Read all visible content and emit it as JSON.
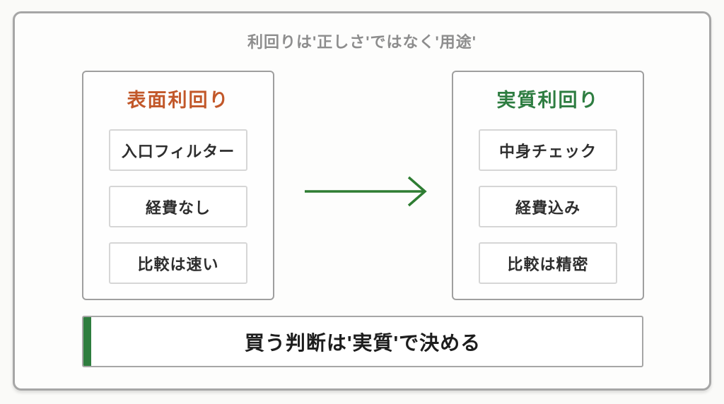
{
  "page": {
    "title": "利回りは'正しさ'ではなく'用途'"
  },
  "colors": {
    "title_gray": "#8d8d8d",
    "surface_header": "#c2582a",
    "real_header": "#2e7d41",
    "arrow": "#2e7d32",
    "banner_accent": "#2e7d3e"
  },
  "surface_panel": {
    "header": "表面利回り",
    "items": [
      "入口フィルター",
      "経費なし",
      "比較は速い"
    ]
  },
  "real_panel": {
    "header": "実質利回り",
    "items": [
      "中身チェック",
      "経費込み",
      "比較は精密"
    ]
  },
  "banner": {
    "text": "買う判断は'実質'で決める"
  }
}
